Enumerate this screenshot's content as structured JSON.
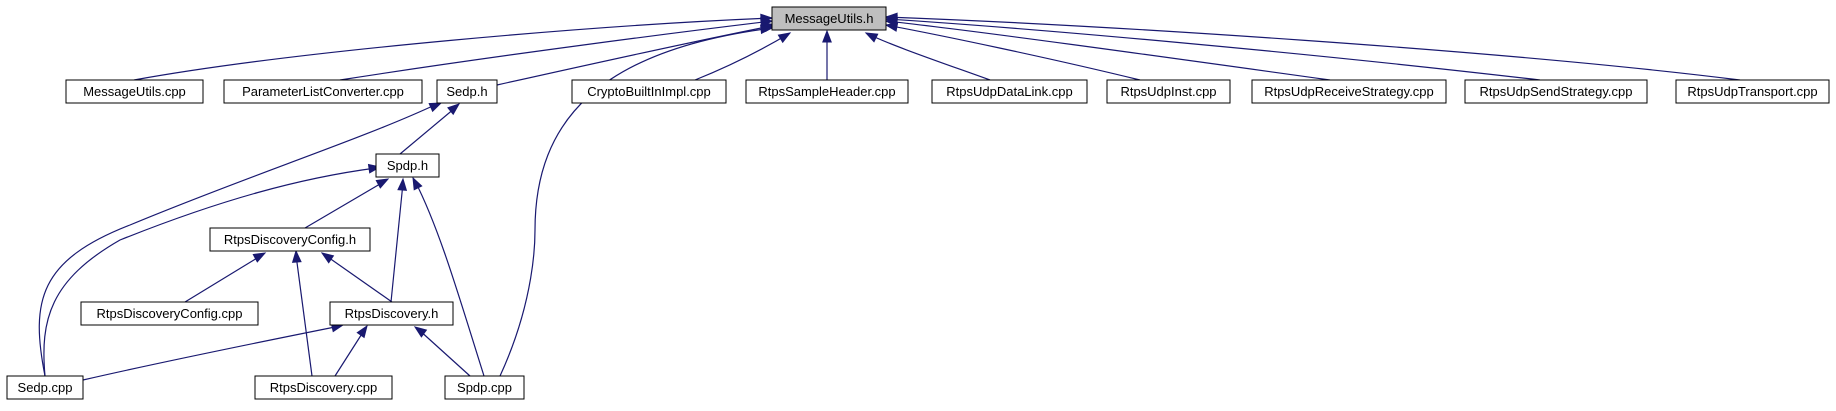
{
  "graph": {
    "edge_color": "#191970",
    "root_fill": "#bfbfbf",
    "nodes": {
      "messageutils_h": "MessageUtils.h",
      "messageutils_cpp": "MessageUtils.cpp",
      "parameterlistconverter_cpp": "ParameterListConverter.cpp",
      "sedp_h": "Sedp.h",
      "cryptobuiltinimpl_cpp": "CryptoBuiltInImpl.cpp",
      "rtpssampleheader_cpp": "RtpsSampleHeader.cpp",
      "rtpsudpdatalink_cpp": "RtpsUdpDataLink.cpp",
      "rtpsudpinst_cpp": "RtpsUdpInst.cpp",
      "rtpsudpreceivestrategy_cpp": "RtpsUdpReceiveStrategy.cpp",
      "rtpsudpsendstrategy_cpp": "RtpsUdpSendStrategy.cpp",
      "rtpsudptransport_cpp": "RtpsUdpTransport.cpp",
      "spdp_h": "Spdp.h",
      "rtpsdiscoveryconfig_h": "RtpsDiscoveryConfig.h",
      "rtpsdiscoveryconfig_cpp": "RtpsDiscoveryConfig.cpp",
      "rtpsdiscovery_h": "RtpsDiscovery.h",
      "sedp_cpp": "Sedp.cpp",
      "rtpsdiscovery_cpp": "RtpsDiscovery.cpp",
      "spdp_cpp": "Spdp.cpp"
    }
  }
}
